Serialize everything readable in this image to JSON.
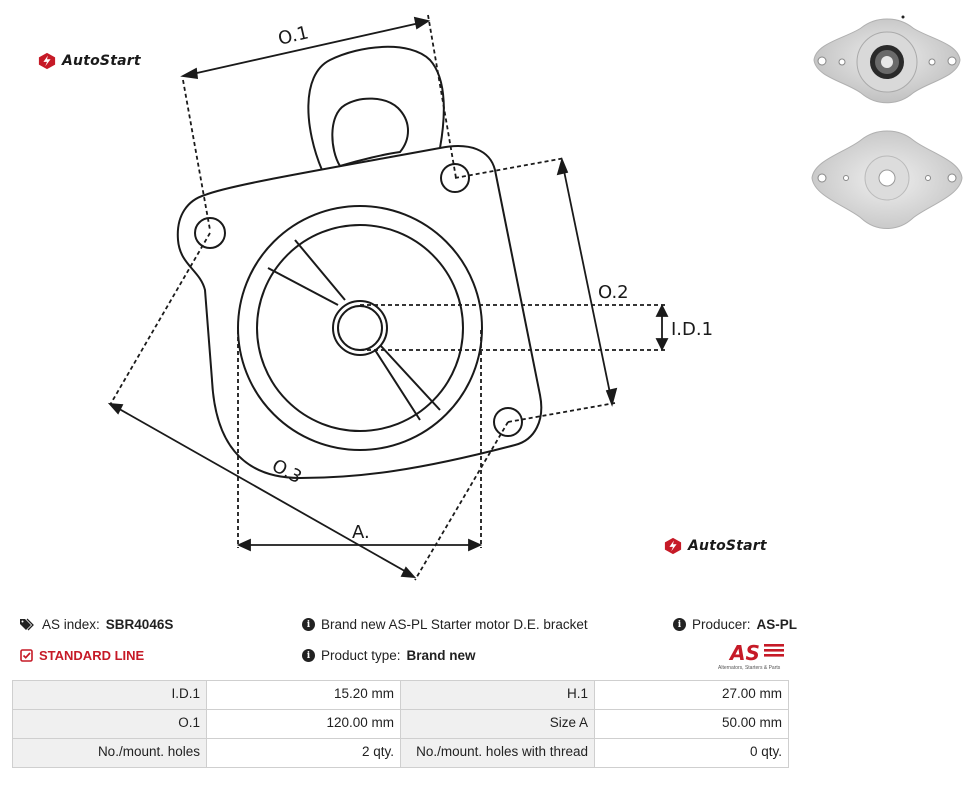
{
  "brand": {
    "logo_text": "AutoStart"
  },
  "diagram": {
    "labels": {
      "o1": "O.1",
      "o2": "O.2",
      "o3": "O.3",
      "id1": "I.D.1",
      "a": "A."
    }
  },
  "product": {
    "as_index_label": "AS index:",
    "as_index_value": "SBR4046S",
    "line_label": "STANDARD LINE",
    "description": "Brand new AS-PL Starter motor D.E. bracket",
    "product_type_label": "Product type:",
    "product_type_value": "Brand new",
    "producer_label": "Producer:",
    "producer_value": "AS-PL",
    "producer_logo_text": "AS",
    "producer_logo_sub": "Alternators, Starters & Parts"
  },
  "specs": {
    "rows": [
      [
        {
          "k": "I.D.1",
          "v": "15.20 mm"
        },
        {
          "k": "H.1",
          "v": "27.00 mm"
        }
      ],
      [
        {
          "k": "O.1",
          "v": "120.00 mm"
        },
        {
          "k": "Size A",
          "v": "50.00 mm"
        }
      ],
      [
        {
          "k": "No./mount. holes",
          "v": "2 qty."
        },
        {
          "k": "No./mount. holes with thread",
          "v": "0 qty."
        }
      ]
    ]
  },
  "colors": {
    "accent_red": "#c61a27",
    "line": "#1a1a1a"
  }
}
